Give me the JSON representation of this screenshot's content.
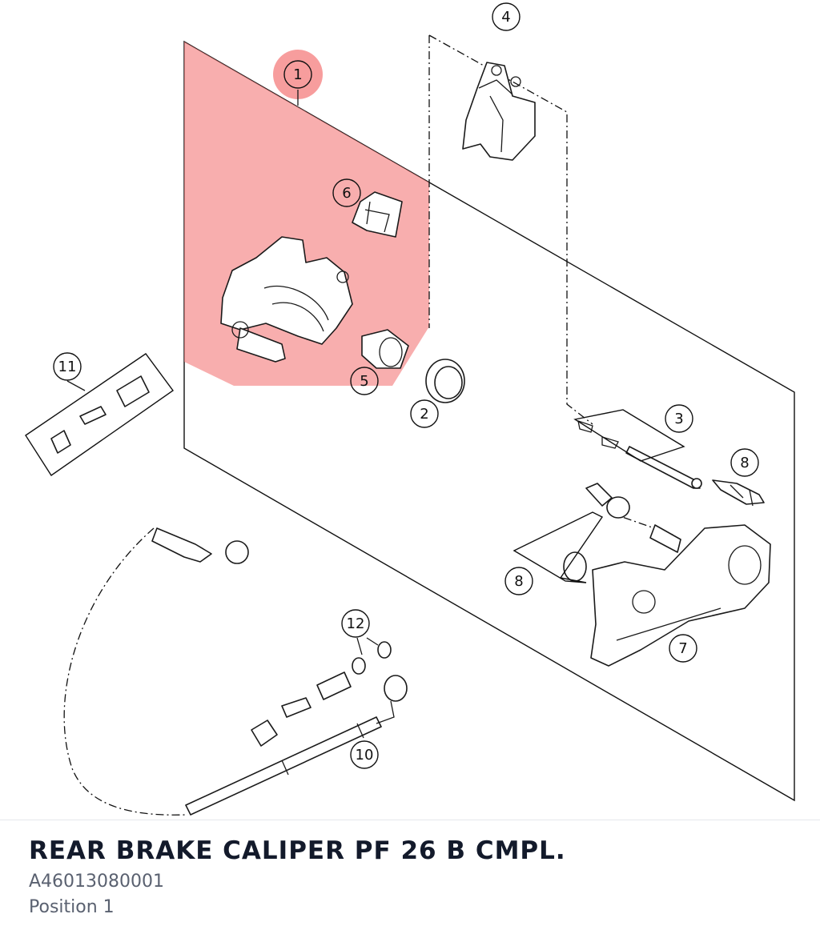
{
  "diagram": {
    "highlight_color": "#f47c7c",
    "highlighted_position": "1",
    "callouts": [
      "1",
      "2",
      "3",
      "4",
      "5",
      "6",
      "7",
      "8",
      "8",
      "10",
      "11",
      "12"
    ]
  },
  "caption": {
    "title": "REAR BRAKE CALIPER PF 26 B CMPL.",
    "part_number": "A46013080001",
    "position": "Position 1"
  }
}
